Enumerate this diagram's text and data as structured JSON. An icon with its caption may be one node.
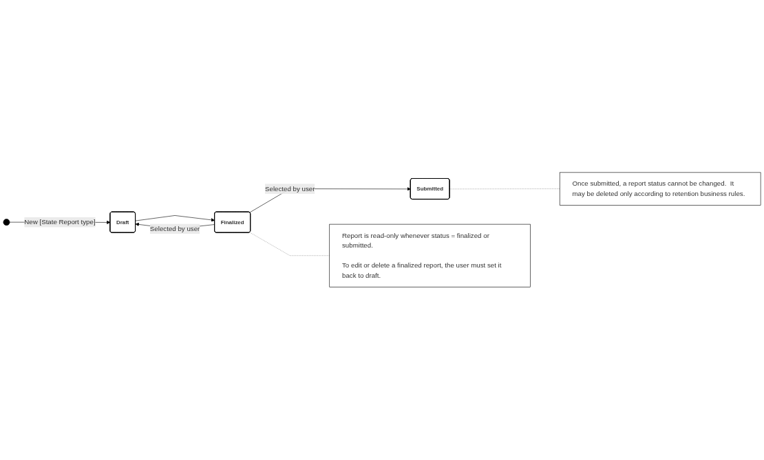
{
  "diagram": {
    "nodes": [
      {
        "text": [],
        "shape": "circle"
      },
      {
        "text": [
          "Draft"
        ]
      },
      {
        "text": [
          "Finalized"
        ]
      },
      {
        "text": [
          "Submitted"
        ]
      },
      {
        "text": [
          "Report is read-only whenever status = finalized or submitted.",
          "To edit or delete a finalized report, the user must set it back to draft."
        ]
      },
      {
        "text": [
          "Once submitted, a report status cannot be changed.  It may be deleted only according to retention business rules."
        ]
      }
    ],
    "edges": [
      {
        "from": 0,
        "to": 1,
        "arrow": "to",
        "label": "New [State Report type]"
      },
      {
        "from": 1,
        "to": 2,
        "arrow": "to"
      },
      {
        "from": 2,
        "to": 1,
        "arrow": "to",
        "label": "Selected by user"
      },
      {
        "from": 2,
        "to": 3,
        "arrow": "to",
        "label": "Selected by user"
      },
      {
        "from": 2,
        "to": 4,
        "arrow": "none",
        "style": "dashed",
        "color": "#808080"
      },
      {
        "from": 3,
        "to": 5,
        "arrow": "none",
        "style": "dashed",
        "color": "#808080"
      }
    ]
  }
}
